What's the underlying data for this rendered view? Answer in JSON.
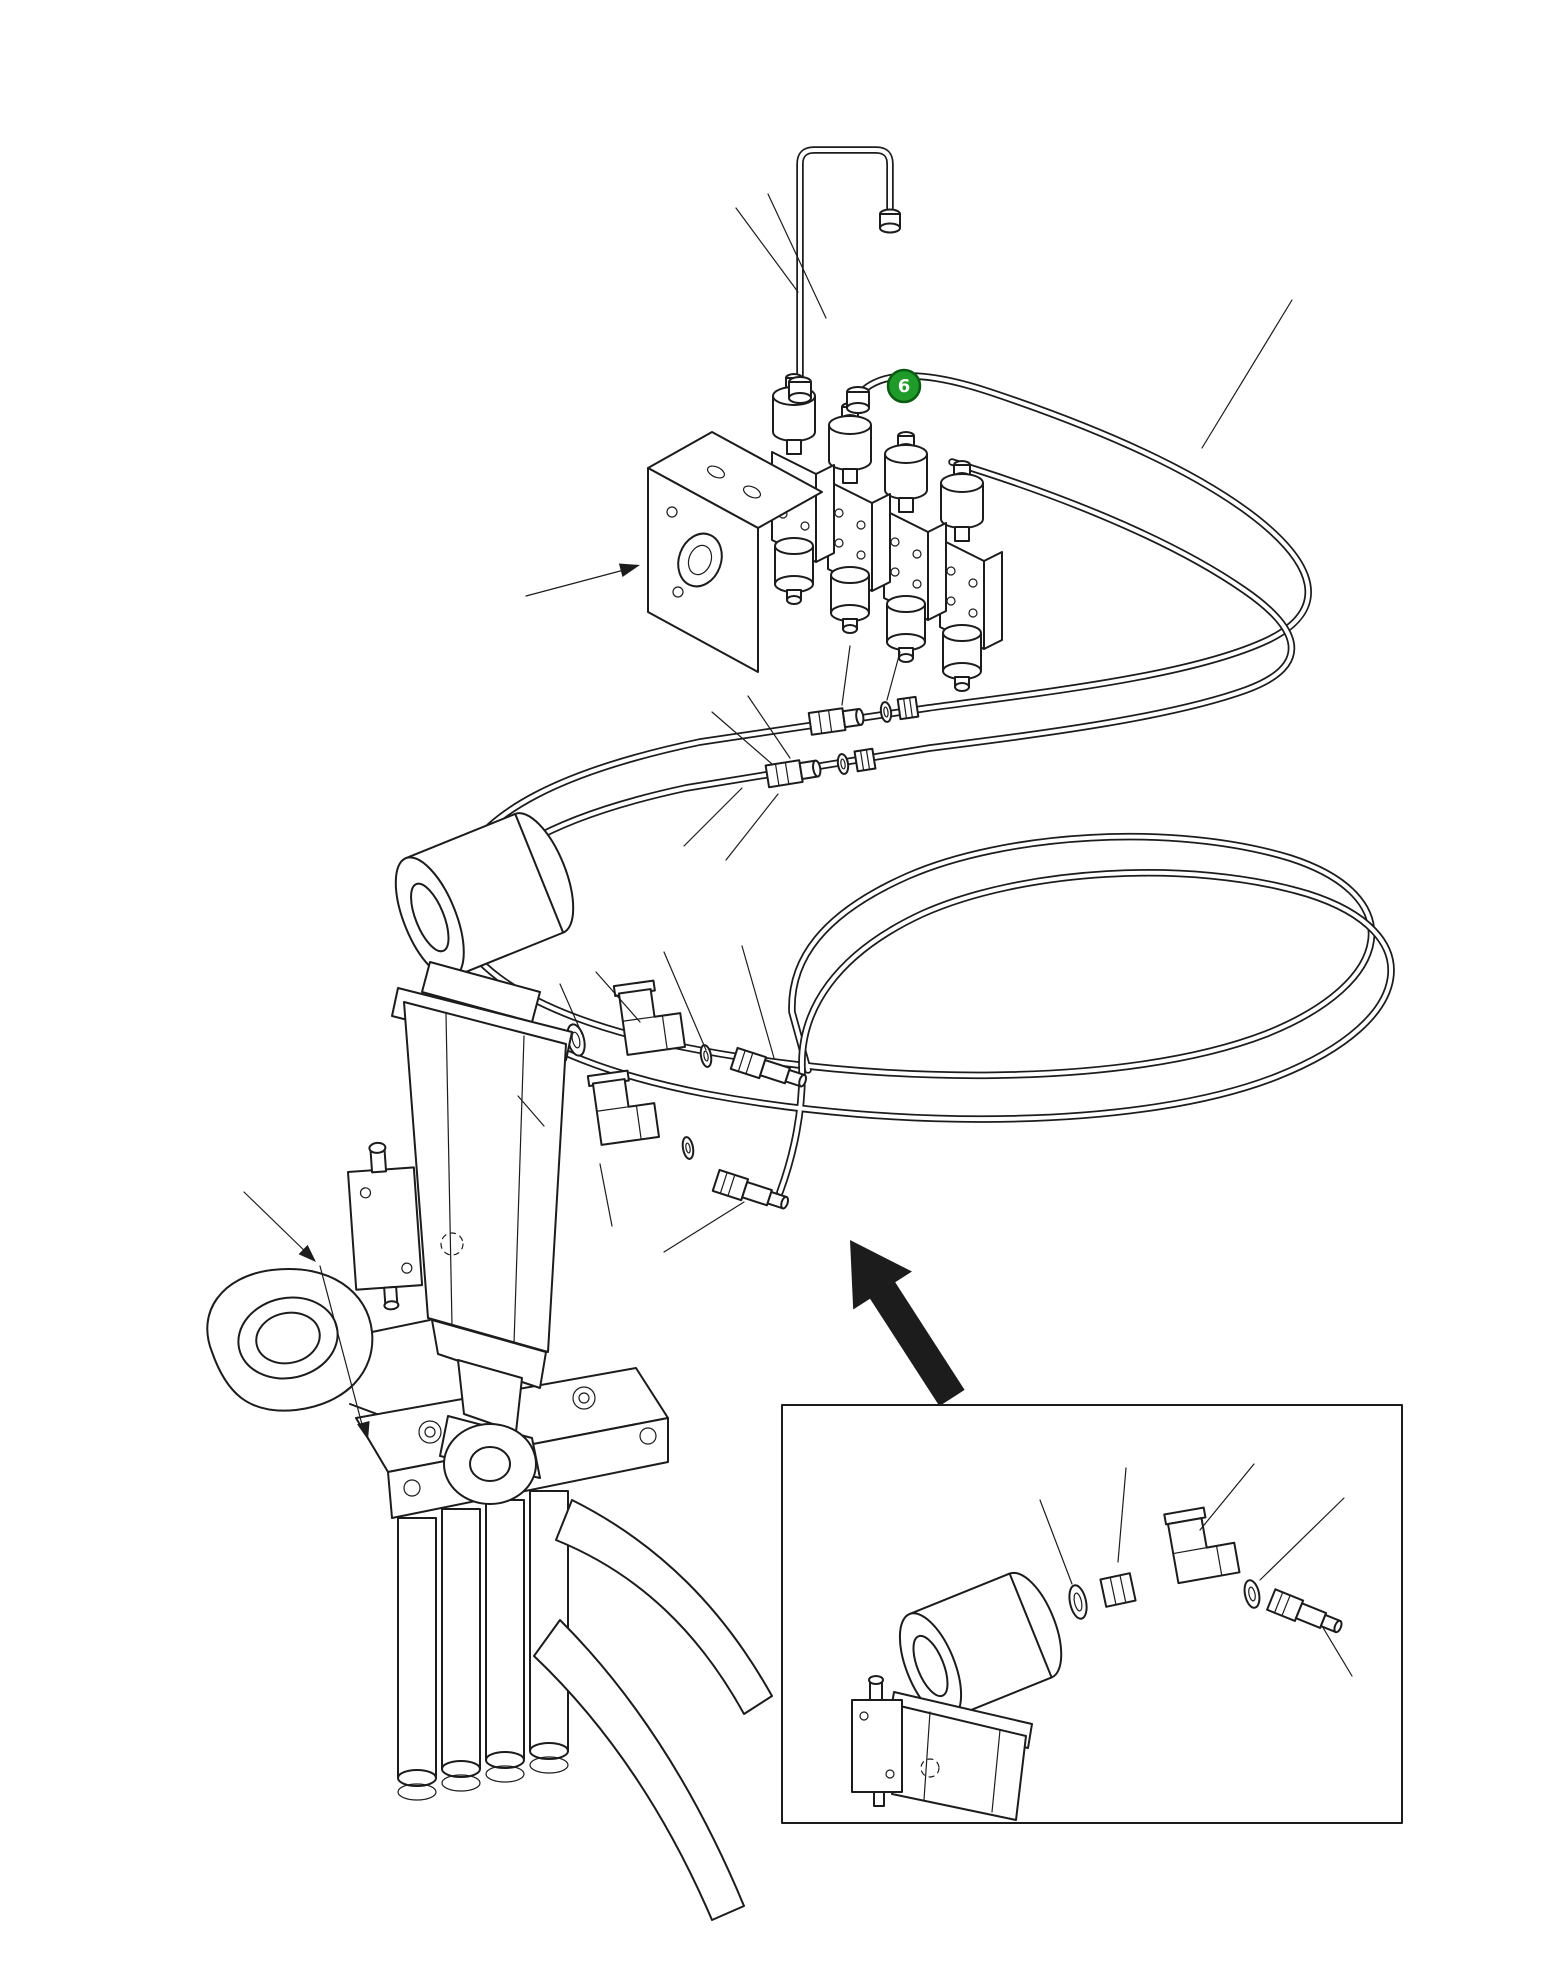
{
  "diagram": {
    "type": "hydraulic-piping-parts-diagram",
    "background": "#ffffff",
    "line_color": "#1c1c1c"
  },
  "callouts": [
    {
      "label": "6",
      "fill": "#1e9b28",
      "ring": "#0a5c12",
      "text_color": "#ffffff"
    }
  ],
  "parts": {
    "valve_bank": "control-valve-bank",
    "tube_loop": "steel-tube-loop",
    "hose_a": "hydraulic-tube-a",
    "hose_b": "hydraulic-tube-b",
    "union_fitting": "union-fitting",
    "o_ring": "o-ring",
    "nut": "tube-nut",
    "elbow": "elbow-fitting",
    "connector": "straight-connector",
    "cylinder": "hydraulic-cylinder",
    "mount": "axle-knuckle-casting",
    "inset": "detail-inset"
  }
}
